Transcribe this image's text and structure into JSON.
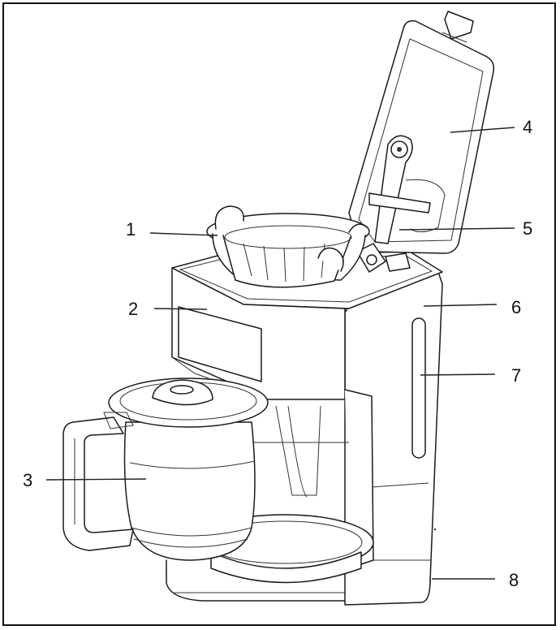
{
  "colors": {
    "line": "#1a1a1a",
    "background": "#ffffff"
  },
  "callouts": [
    {
      "number": "1",
      "part": "filter-basket"
    },
    {
      "number": "2",
      "part": "front-panel"
    },
    {
      "number": "3",
      "part": "carafe"
    },
    {
      "number": "4",
      "part": "lid"
    },
    {
      "number": "5",
      "part": "shower-head-arm"
    },
    {
      "number": "6",
      "part": "housing"
    },
    {
      "number": "7",
      "part": "water-level-window"
    },
    {
      "number": "8",
      "part": "base"
    }
  ]
}
